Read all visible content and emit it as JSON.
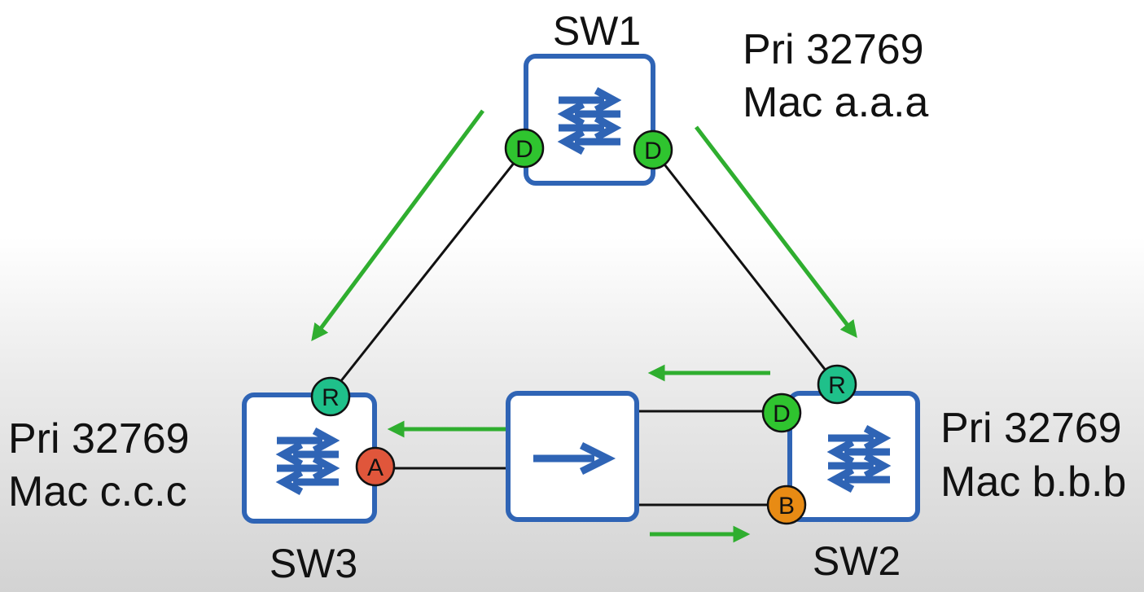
{
  "colors": {
    "switch_border": "#2f64b5",
    "switch_icon": "#2f64b5",
    "link": "#111111",
    "bpdu_arrow": "#2fae2f",
    "port_designated": "#2fc42f",
    "port_root": "#1fc08a",
    "port_alternate": "#e0563b",
    "port_backup": "#e88b14"
  },
  "switches": {
    "sw1": {
      "name": "SW1",
      "priority": "Pri 32769",
      "mac": "Mac a.a.a",
      "icon": "switch-arrows-icon"
    },
    "sw2": {
      "name": "SW2",
      "priority": "Pri 32769",
      "mac": "Mac b.b.b",
      "icon": "switch-arrows-icon"
    },
    "sw3": {
      "name": "SW3",
      "priority": "Pri 32769",
      "mac": "Mac c.c.c",
      "icon": "switch-arrows-icon"
    }
  },
  "hub": {
    "icon": "right-arrow-icon"
  },
  "ports": {
    "sw1_left": "D",
    "sw1_right": "D",
    "sw2_top": "R",
    "sw2_upper": "D",
    "sw2_lower": "B",
    "sw3_top": "R",
    "sw3_right": "A"
  }
}
